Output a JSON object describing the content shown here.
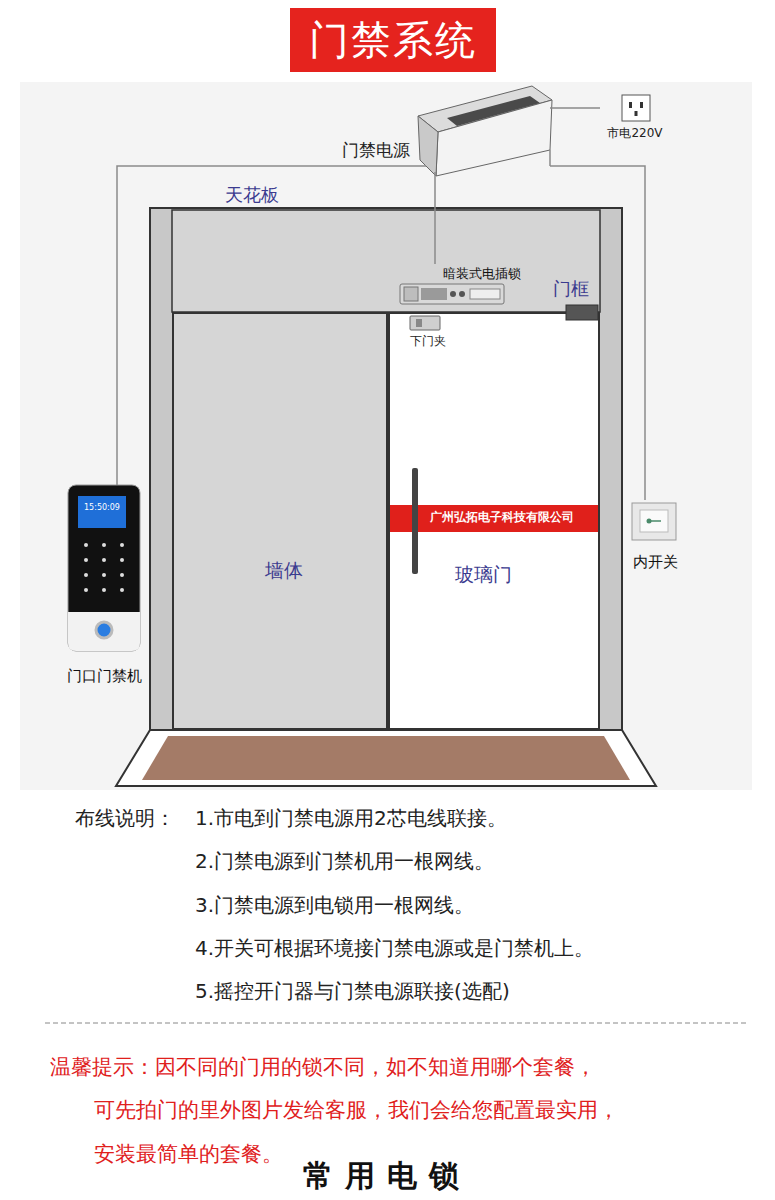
{
  "diagram": {
    "title": "门禁系统",
    "nodes": [
      {
        "text": [
          "门禁电源"
        ]
      },
      {
        "text": [
          "市电220V"
        ]
      },
      {
        "text": [
          "暗装式电插锁"
        ]
      },
      {
        "text": [
          "门口门禁机"
        ]
      },
      {
        "text": [
          "墙体"
        ]
      },
      {
        "text": [
          "玻璃门"
        ]
      },
      {
        "text": [
          "广州弘拓电子科技有限公司"
        ],
        "in": 5
      },
      {
        "text": [
          "内开关"
        ]
      }
    ],
    "edges": [
      {
        "from": 1,
        "to": 0,
        "arrow": "none"
      },
      {
        "from": 0,
        "to": 3,
        "arrow": "none"
      },
      {
        "from": 0,
        "to": 2,
        "arrow": "none"
      },
      {
        "from": 0,
        "to": 7,
        "arrow": "none"
      }
    ],
    "labels": [
      "天花板",
      "门框",
      "下门夹",
      "15:50:09",
      "布线说明：",
      "1.市电到门禁电源用2芯电线联接。",
      "2.门禁电源到门禁机用一根网线。",
      "3.门禁电源到电锁用一根网线。",
      "4.开关可根据环境接门禁电源或是门禁机上。",
      "5.摇控开门器与门禁电源联接(选配)",
      "温馨提示：因不同的门用的锁不同，如不知道用哪个套餐，",
      "可先拍门的里外图片发给客服，我们会给您配置最实用，",
      "安装最简单的套餐。",
      "常用电锁"
    ]
  }
}
